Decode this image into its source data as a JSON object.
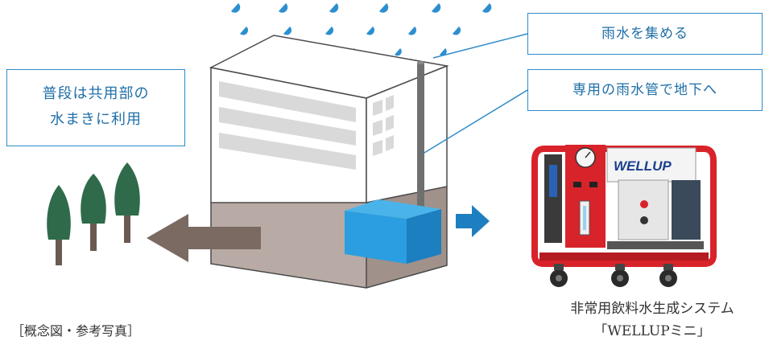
{
  "callouts": {
    "daily_use": [
      "普段は共用部の",
      "水まきに利用"
    ],
    "collect_rain": "雨水を集める",
    "pipe_underground": "専用の雨水管で地下へ"
  },
  "captions": {
    "concept": "［概念図・参考写真］",
    "system_name": "非常用飲料水生成システム",
    "product_name": "「WELLUPミニ」"
  },
  "machine": {
    "brand_label": "WELLUP"
  },
  "colors": {
    "callout_border": "#2f8bc9",
    "callout_text": "#1f6fa8",
    "raindrop": "#2b8fd0",
    "tank": "#2a9ee0",
    "arrow_out": "#7a6a62",
    "arrow_in": "#1e7fc0",
    "tree": "#2f6b4a",
    "machine_frame": "#d8232a"
  },
  "icons": [
    "raindrop-icon",
    "tree-icon",
    "arrow-left-icon",
    "arrow-right-icon"
  ]
}
